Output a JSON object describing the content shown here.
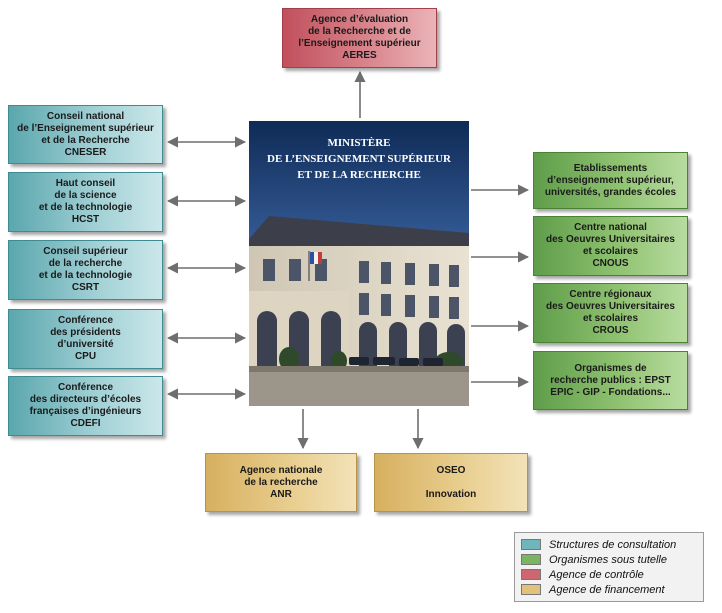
{
  "top": {
    "aeres": "Agence d’évaluation\nde la Recherche et de\nl’Enseignement supérieur\nAERES"
  },
  "left": [
    "Conseil national\nde l’Enseignement supérieur\net de la Recherche\nCNESER",
    "Haut conseil\nde la science\net de la technologie\nHCST",
    "Conseil supérieur\nde la recherche\net de la technologie\nCSRT",
    "Conférence\ndes présidents\nd’université\nCPU",
    "Conférence\ndes directeurs d’écoles\nfrançaises d’ingénieurs\nCDEFI"
  ],
  "right": [
    "Etablissements\nd’enseignement supérieur,\nuniversités, grandes écoles",
    "Centre national\ndes Oeuvres Universitaires\net scolaires\nCNOUS",
    "Centre régionaux\ndes Oeuvres Universitaires\net scolaires\nCROUS",
    "Organismes de\nrecherche publics :  EPST\nEPIC - GIP - Fondations..."
  ],
  "bottom": {
    "anr": "Agence nationale\nde la recherche\nANR",
    "oseo": "OSEO\n\nInnovation"
  },
  "center": {
    "title": "MINISTÈRE\nDE L’ENSEIGNEMENT SUPÉRIEUR\nET DE LA RECHERCHE"
  },
  "legend": [
    {
      "label": "Structures de consultation",
      "color": "#6fb5bb"
    },
    {
      "label": "Organismes sous tutelle",
      "color": "#7cb560"
    },
    {
      "label": "Agence de contrôle",
      "color": "#cc6670"
    },
    {
      "label": "Agence de financement",
      "color": "#e2c27a"
    }
  ]
}
